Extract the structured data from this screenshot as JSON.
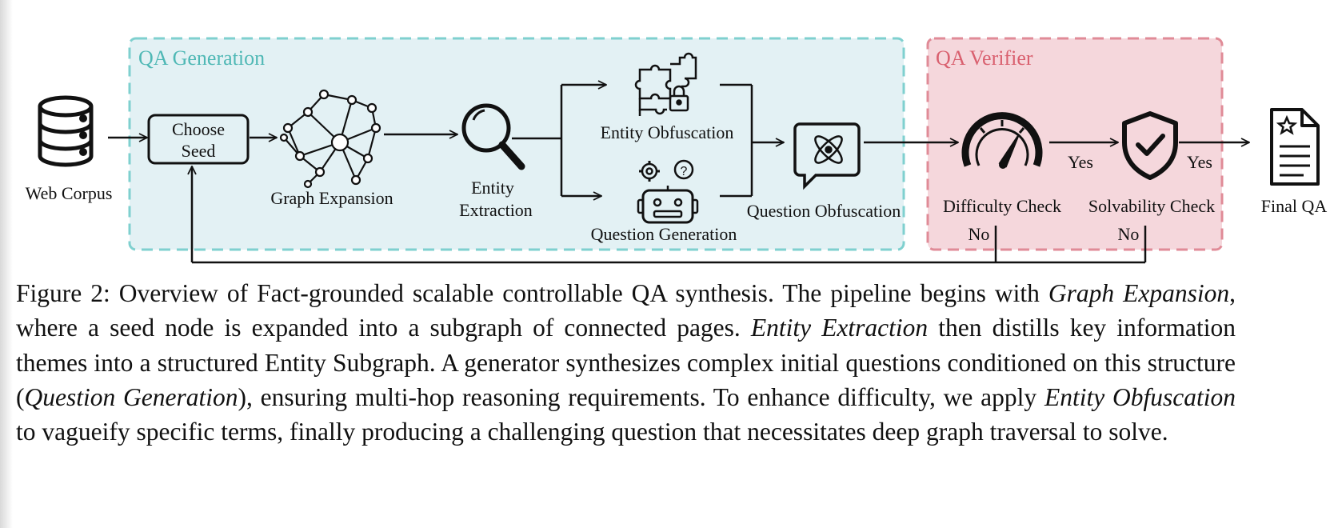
{
  "groups": {
    "qa_generation": "QA Generation",
    "qa_verifier": "QA Verifier"
  },
  "nodes": {
    "web_corpus": "Web Corpus",
    "choose_seed_line1": "Choose",
    "choose_seed_line2": "Seed",
    "graph_expansion": "Graph Expansion",
    "entity_extraction_line1": "Entity",
    "entity_extraction_line2": "Extraction",
    "entity_obfuscation": "Entity Obfuscation",
    "question_generation": "Question Generation",
    "question_obfuscation": "Question Obfuscation",
    "difficulty_check": "Difficulty Check",
    "solvability_check": "Solvability Check",
    "final_qa": "Final QA"
  },
  "edges": {
    "difficulty_yes": "Yes",
    "solvability_yes": "Yes",
    "difficulty_no": "No",
    "solvability_no": "No"
  },
  "colors": {
    "generation_fill": "#e3f1f4",
    "generation_border": "#7fd0cf",
    "generation_title": "#4fb8b5",
    "verifier_fill": "#f5d7dc",
    "verifier_border": "#e08b97",
    "verifier_title": "#d9606f"
  },
  "caption": {
    "prefix": "Figure 2: Overview of Fact-grounded scalable controllable QA synthesis. The pipeline begins with ",
    "em1": "Graph Expansion",
    "t2": ", where a seed node is expanded into a subgraph of connected pages. ",
    "em2": "Entity Extraction",
    "t3": " then distills key information themes into a structured Entity Subgraph. A generator synthesizes complex initial questions conditioned on this structure (",
    "em3": "Question Generation",
    "t4": "), ensuring multi-hop reasoning requirements. To enhance difficulty, we apply ",
    "em4": "Entity Obfuscation",
    "t5": " to vagueify specific terms, finally producing a challenging question that necessitates deep graph traversal to solve."
  }
}
